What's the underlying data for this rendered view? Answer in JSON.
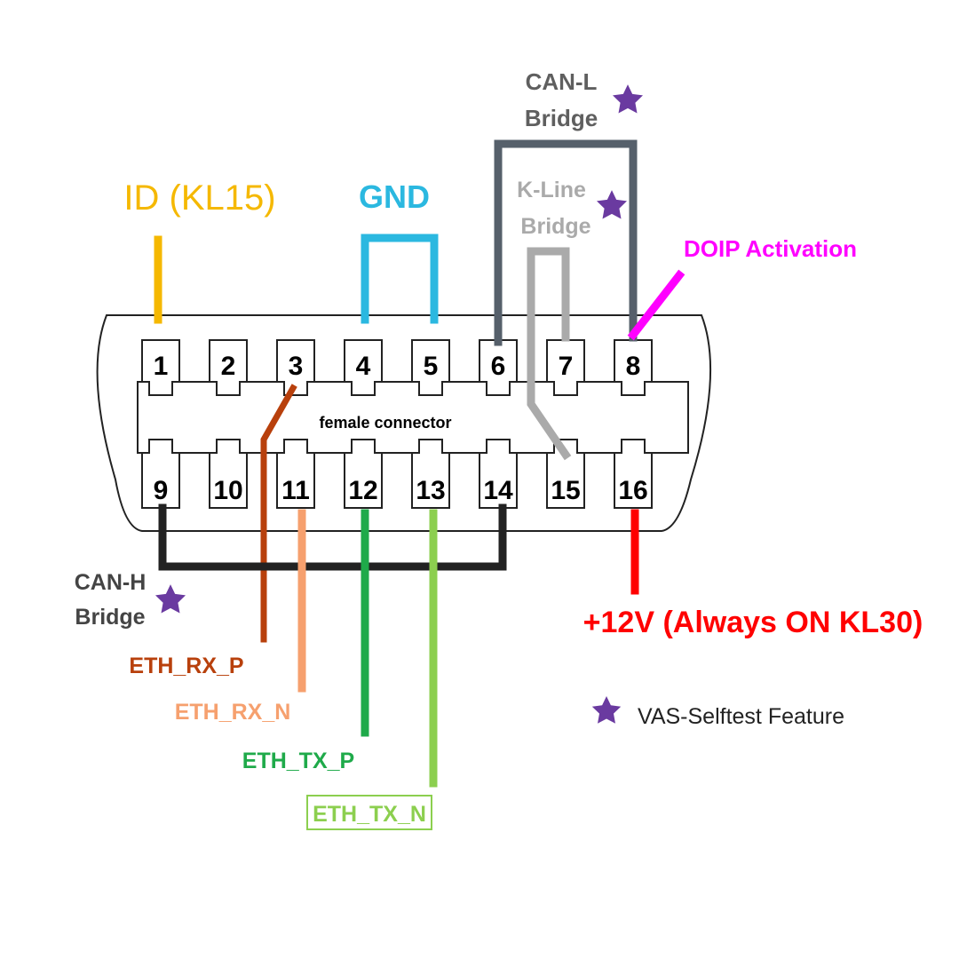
{
  "pins": {
    "p1": "1",
    "p2": "2",
    "p3": "3",
    "p4": "4",
    "p5": "5",
    "p6": "6",
    "p7": "7",
    "p8": "8",
    "p9": "9",
    "p10": "10",
    "p11": "11",
    "p12": "12",
    "p13": "13",
    "p14": "14",
    "p15": "15",
    "p16": "16"
  },
  "connector_label": "female connector",
  "labels": {
    "id_kl15": "ID (KL15)",
    "gnd": "GND",
    "can_l_line1": "CAN-L",
    "can_l_line2": "Bridge",
    "k_line_line1": "K-Line",
    "k_line_line2": "Bridge",
    "doip": "DOIP Activation",
    "can_h_line1": "CAN-H",
    "can_h_line2": "Bridge",
    "eth_rx_p": "ETH_RX_P",
    "eth_rx_n": "ETH_RX_N",
    "eth_tx_p": "ETH_TX_P",
    "eth_tx_n": "ETH_TX_N",
    "power": "+12V (Always ON KL30)"
  },
  "legend": {
    "text": "VAS-Selftest Feature",
    "icon": "star-icon"
  },
  "colors": {
    "id_kl15": "#f5b800",
    "gnd": "#2bb8e0",
    "can_l": "#56606b",
    "k_line": "#aaaaaa",
    "doip": "#ff00ff",
    "can_h": "#222222",
    "eth_rx_p": "#b8400c",
    "eth_rx_n": "#f6a06e",
    "eth_tx_p": "#1faa4a",
    "eth_tx_n": "#8ccf4f",
    "power": "#ff0000",
    "star": "#6a3aa0"
  }
}
